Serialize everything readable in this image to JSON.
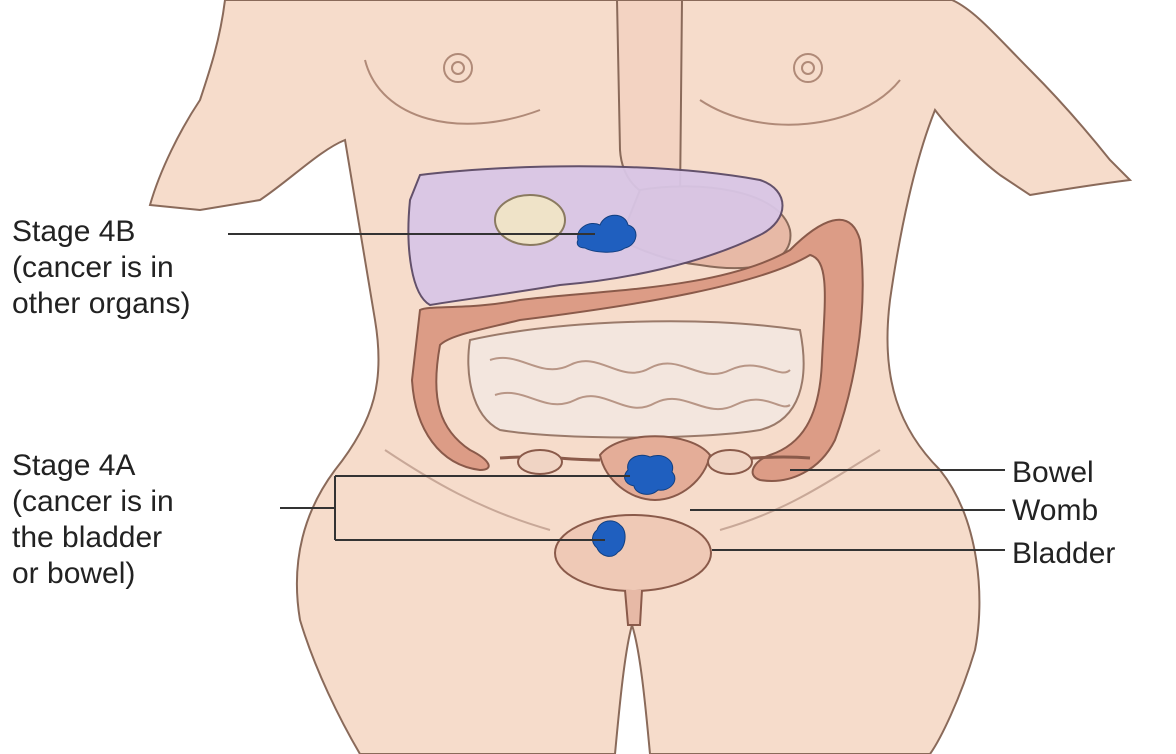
{
  "colors": {
    "skin": "#f6dccb",
    "outline": "#8a6a5a",
    "liver": "#d9c6e6",
    "bowel": "#dc9c86",
    "small_intestine": "#f3e6de",
    "cancer": "#1f5fbf",
    "bladder": "#efc9b6",
    "line": "#333333"
  },
  "stage_4b": {
    "lines": [
      "Stage 4B",
      "(cancer is in",
      "other organs)"
    ]
  },
  "stage_4a": {
    "lines": [
      "Stage 4A",
      "(cancer is in",
      "the bladder",
      "or bowel)"
    ]
  },
  "organs": {
    "bowel": "Bowel",
    "womb": "Womb",
    "bladder": "Bladder"
  }
}
